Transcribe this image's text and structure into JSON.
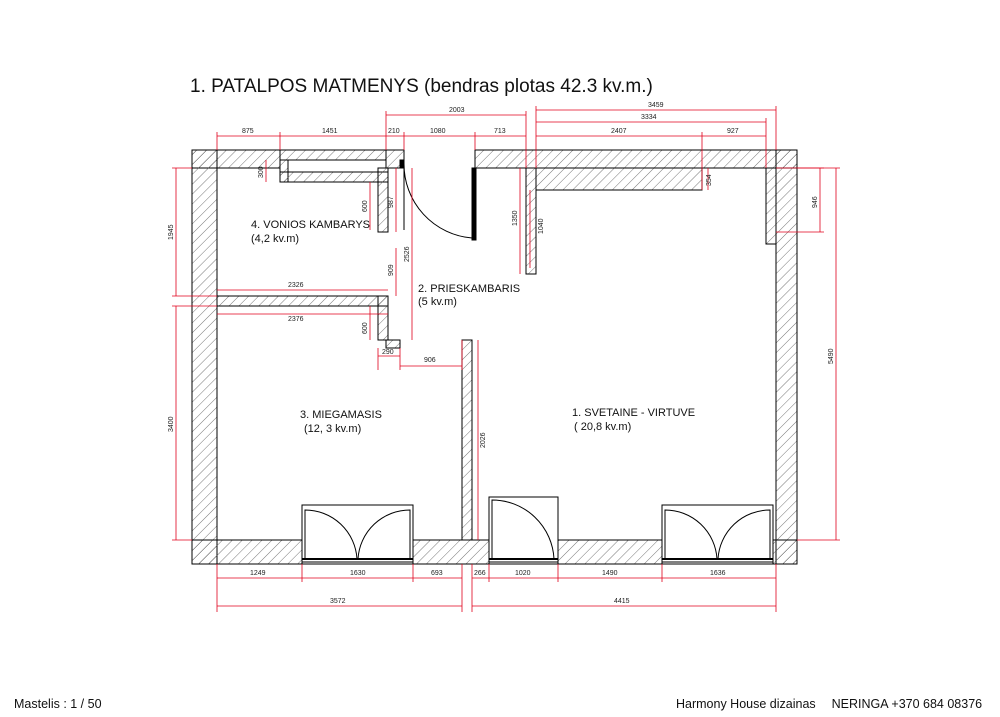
{
  "title": "1. PATALPOS MATMENYS (bendras plotas 42.3 kv.m.)",
  "rooms": [
    {
      "name": "1. SVETAINE - VIRTUVE",
      "area": "( 20,8  kv.m)"
    },
    {
      "name": "2. PRIESKAMBARIS",
      "area": "(5 kv.m)"
    },
    {
      "name": "3. MIEGAMASIS",
      "area": "(12, 3  kv.m)"
    },
    {
      "name": "4. VONIOS KAMBARYS",
      "area": "(4,2  kv.m)"
    }
  ],
  "dimensions": {
    "top_d875": "875",
    "top_d1451": "1451",
    "top_d210": "210",
    "top_d1080": "1080",
    "top_d713": "713",
    "top_d2003": "2003",
    "top_d3459": "3459",
    "top_d3334": "3334",
    "top_d2407": "2407",
    "top_d927": "927",
    "left_d1945": "1945",
    "left_d3400": "3400",
    "right_d946": "946",
    "right_d5490": "5490",
    "v300": "300",
    "v600a": "600",
    "v987": "987",
    "v2526": "2526",
    "v909": "909",
    "v1350": "1350",
    "v1040": "1040",
    "v354": "354",
    "v600b": "600",
    "v2026": "2026",
    "h2326": "2326",
    "h2376": "2376",
    "h290": "290",
    "h906": "906",
    "bot_d1249": "1249",
    "bot_d1630": "1630",
    "bot_d693": "693",
    "bot_d266": "266",
    "bot_d1020": "1020",
    "bot_d1490": "1490",
    "bot_d1636": "1636",
    "bot_d3572": "3572",
    "bot_d4415": "4415"
  },
  "footer": {
    "scale": "Mastelis : 1 / 50",
    "company": "Harmony House dizainas",
    "contact": "NERINGA +370 684 08376"
  },
  "colors": {
    "wall": "#000000",
    "dimension": "#e0001b",
    "hatch": "#555555"
  }
}
